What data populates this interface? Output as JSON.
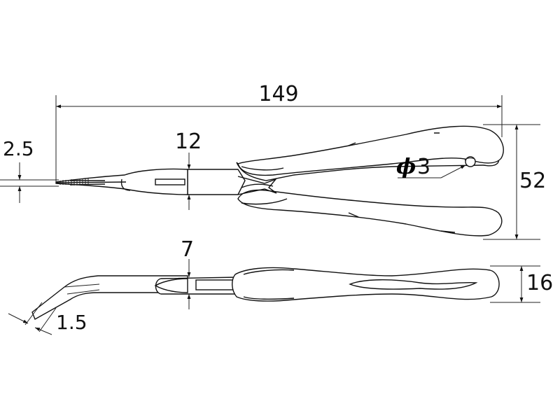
{
  "dimensions": {
    "overall_length": "149",
    "handle_span": "52",
    "tip_width": "2.5",
    "joint_width": "12",
    "hole_diameter_symbol": "ϕ",
    "hole_diameter_value": "3",
    "side_thickness": "7",
    "handle_thickness": "16",
    "tip_thickness": "1.5"
  },
  "icons": {
    "top_view": "long-nose-pliers-top-view",
    "side_view": "long-nose-pliers-side-view"
  },
  "colors": {
    "line": "#111111",
    "background": "#ffffff"
  }
}
